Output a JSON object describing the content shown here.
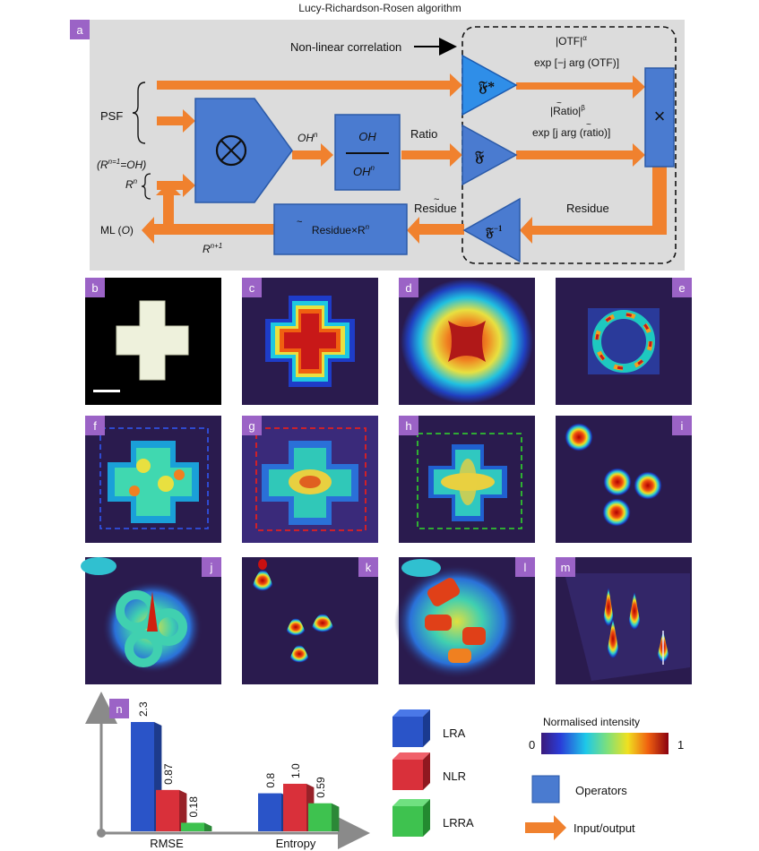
{
  "title": "Lucy-Richardson-Rosen algorithm",
  "panel_labels": {
    "a": "a",
    "b": "b",
    "c": "c",
    "d": "d",
    "e": "e",
    "f": "f",
    "g": "g",
    "h": "h",
    "i": "i",
    "j": "j",
    "k": "k",
    "l": "l",
    "m": "m",
    "n": "n"
  },
  "diagram": {
    "psf": "PSF",
    "rn_init": "(R",
    "rn_init_sup": "n=1",
    "rn_init_tail": "=OH)",
    "rn": "R",
    "rn_sup": "n",
    "ml": "ML (",
    "ml_o": "O",
    "ml_close": ")",
    "rn1": "R",
    "rn1_sup": "n+1",
    "oh_prime": "OH",
    "oh_prime_sup": "n",
    "frac_top": "OH",
    "frac_bottom": "OH",
    "frac_bottom_sup": "n",
    "ratio": "Ratio",
    "nonlinear": "Non-linear correlation",
    "otf_abs": "|OTF|",
    "otf_abs_sup": "α",
    "otf_exp": "exp [−j arg (OTF)]",
    "ratio_abs": "|Ratio|",
    "ratio_abs_sup": "β",
    "ratio_exp": "exp [j arg (ratio)]",
    "residue": "Residue",
    "residue_tilde": "Residue",
    "residue_mul": "Residue×R",
    "residue_mul_sup": "n",
    "fourier_conj": "𝔉*",
    "fourier": "𝔉",
    "fourier_inv": "𝔉",
    "fourier_inv_sup": "−1",
    "multiply": "×",
    "convolve": "⊗"
  },
  "colors": {
    "arrow": "#f0812e",
    "operator": "#4a7bd0",
    "operator_dark": "#2b5aa8",
    "panel_bg": "#dcdcdc",
    "label_bg": "#9b63c6",
    "field_bg": "#2a1b4e"
  },
  "legend": {
    "series": [
      "LRA",
      "NLR",
      "LRRA"
    ],
    "colorbar_title": "Normalised intensity",
    "colorbar_min": "0",
    "colorbar_max": "1",
    "operators": "Operators",
    "io": "Input/output"
  },
  "chart_data": {
    "type": "bar",
    "categories": [
      "RMSE",
      "Entropy"
    ],
    "series": [
      {
        "name": "LRA",
        "values": [
          2.3,
          0.8
        ],
        "labels": [
          "2.3",
          "0.8"
        ],
        "color": "#2a54c8"
      },
      {
        "name": "NLR",
        "values": [
          0.87,
          1.0
        ],
        "labels": [
          "0.87",
          "1.0"
        ],
        "color": "#d9303a"
      },
      {
        "name": "LRRA",
        "values": [
          0.18,
          0.59
        ],
        "labels": [
          "0.18",
          "0.59"
        ],
        "color": "#3ec24f"
      }
    ],
    "ylim": [
      0,
      2.6
    ]
  }
}
